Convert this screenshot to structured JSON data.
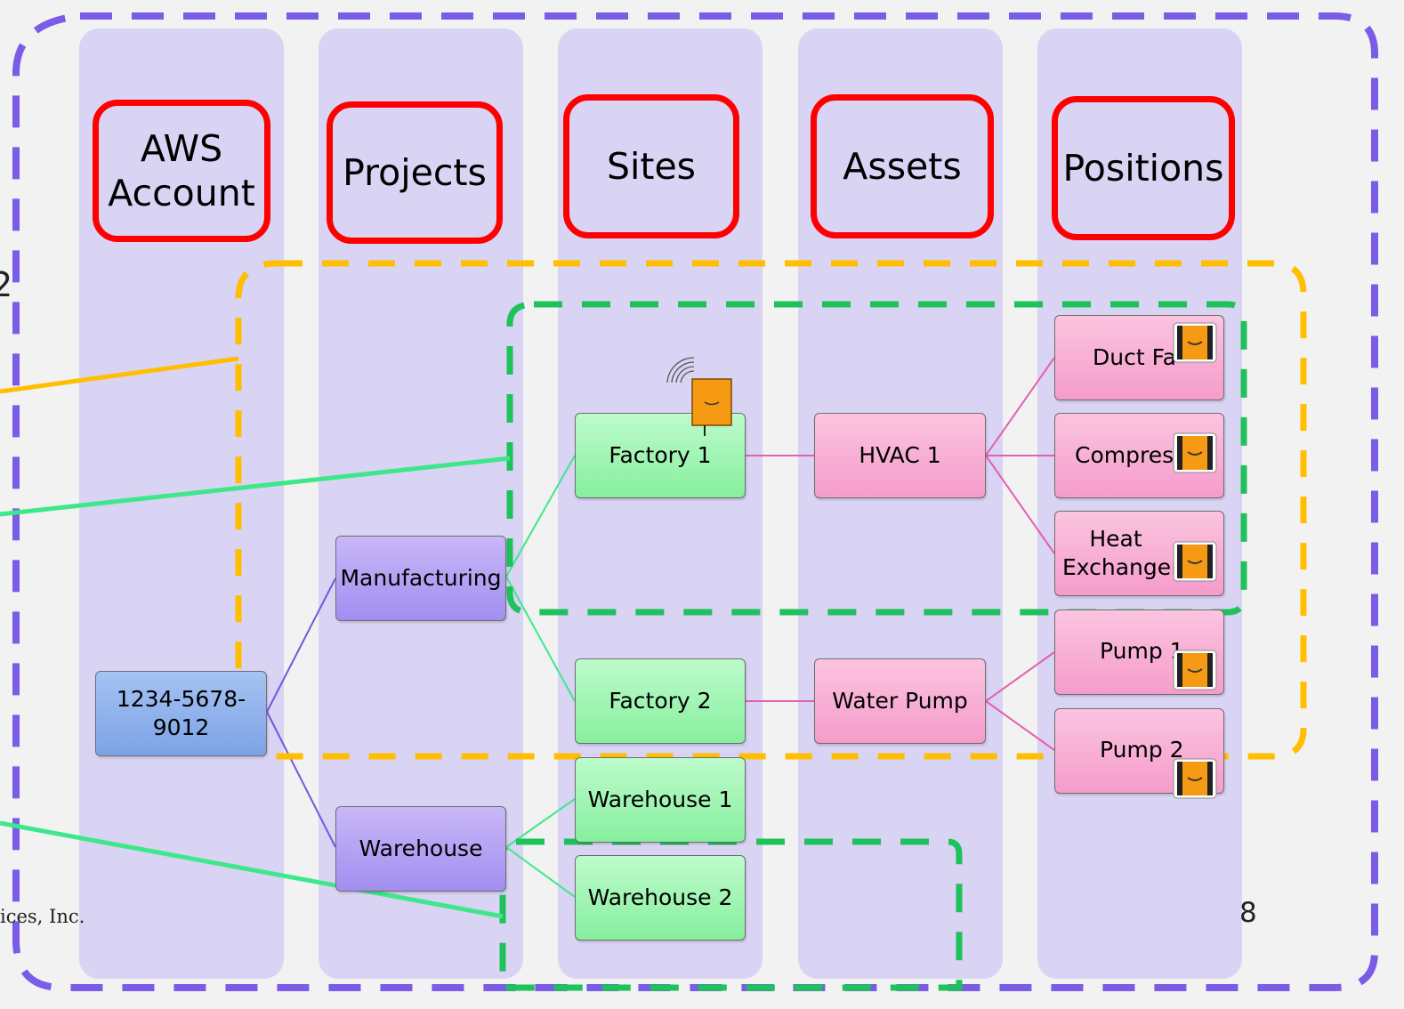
{
  "columns": [
    {
      "id": "account",
      "header": "AWS Account"
    },
    {
      "id": "projects",
      "header": "Projects"
    },
    {
      "id": "sites",
      "header": "Sites"
    },
    {
      "id": "assets",
      "header": "Assets"
    },
    {
      "id": "positions",
      "header": "Positions"
    }
  ],
  "nodes": {
    "account": "1234-5678-9012",
    "project_manufacturing": "Manufacturing",
    "project_warehouse": "Warehouse",
    "site_factory1": "Factory 1",
    "site_factory2": "Factory 2",
    "site_warehouse1": "Warehouse 1",
    "site_warehouse2": "Warehouse 2",
    "asset_hvac1": "HVAC 1",
    "asset_waterpump": "Water Pump",
    "pos_ductfan": "Duct Fa",
    "pos_compressor": "Compres",
    "pos_heatexchanger": "Heat Exchanger",
    "pos_pump1": "Pump 1",
    "pos_pump2": "Pump 2"
  },
  "footer": {
    "copyright_fragment": "ices, Inc.",
    "page_number": "8",
    "left_edge_char": "2"
  },
  "colors": {
    "column_bg": "#d9d3f4",
    "header_border": "#ff0000",
    "outer_dash": "#7b5ce6",
    "orange_dash": "#ffbf00",
    "green_dash": "#1ec25a",
    "purple_link": "#7457e0",
    "green_link": "#3ee88a",
    "pink_link": "#e45fb2"
  },
  "icons": [
    "sensor-icon",
    "wireless-signal-icon"
  ]
}
